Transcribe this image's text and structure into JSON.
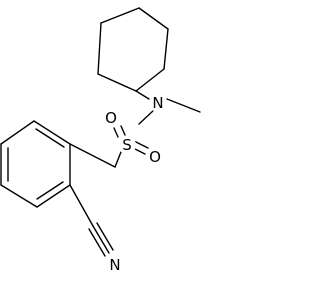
{
  "molecule": {
    "atoms": {
      "sulfur": "S",
      "oxygen_top": "O",
      "oxygen_right": "O",
      "nitrogen_amine": "N",
      "nitrogen_nitrile": "N"
    },
    "colors": {
      "bond": "#000000",
      "label": "#000000",
      "background": "#ffffff"
    }
  }
}
